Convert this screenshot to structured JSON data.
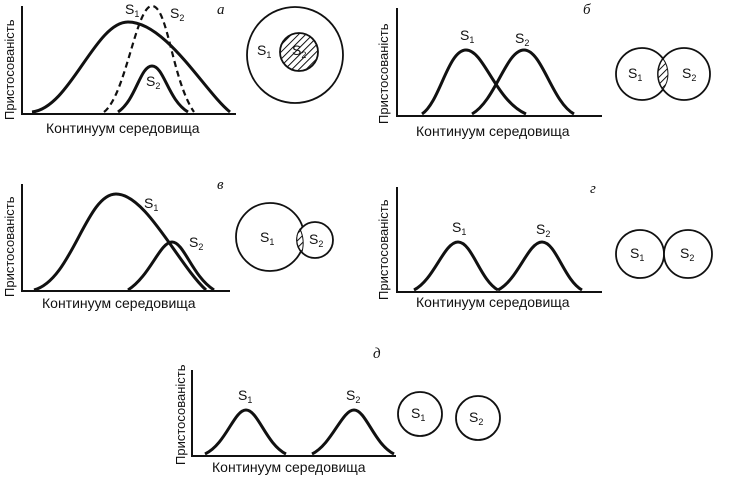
{
  "y_axis_label": "Пристосованість",
  "x_axis_label": "Континуум середовища",
  "species_1": "S",
  "species_1_sub": "1",
  "species_2": "S",
  "species_2_sub": "2",
  "panels": {
    "a": {
      "letter": "а"
    },
    "b": {
      "letter": "б"
    },
    "v": {
      "letter": "в"
    },
    "g": {
      "letter": "г"
    },
    "d": {
      "letter": "д"
    }
  }
}
